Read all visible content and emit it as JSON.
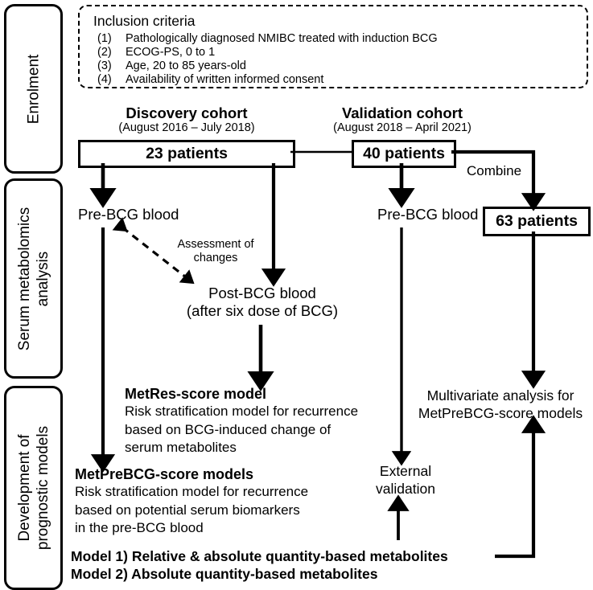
{
  "phases": [
    {
      "label": "Enrolment"
    },
    {
      "label": "Serum metabolomics\nanalysis"
    },
    {
      "label": "Development of\nprognostic models"
    }
  ],
  "criteria": {
    "title": "Inclusion criteria",
    "items": [
      {
        "num": "(1)",
        "text": "Pathologically diagnosed NMIBC treated with induction BCG"
      },
      {
        "num": "(2)",
        "text": "ECOG-PS, 0 to 1"
      },
      {
        "num": "(3)",
        "text": "Age, 20 to 85 years-old"
      },
      {
        "num": "(4)",
        "text": "Availability of written informed consent"
      }
    ]
  },
  "cohorts": {
    "discovery": {
      "title": "Discovery cohort",
      "period": "(August 2016 – July 2018)",
      "box": "23 patients"
    },
    "validation": {
      "title": "Validation cohort",
      "period": "(August 2018 – April 2021)",
      "box": "40 patients"
    },
    "combine_label": "Combine",
    "combined_box": "63 patients"
  },
  "samples": {
    "discovery_pre": "Pre-BCG blood",
    "validation_pre": "Pre-BCG blood",
    "post_line1": "Post-BCG blood",
    "post_line2": "(after six dose of BCG)",
    "assessment_line1": "Assessment of",
    "assessment_line2": "changes"
  },
  "models": {
    "metres": {
      "title": "MetRes-score model",
      "body": "Risk stratification model for recurrence\nbased on BCG-induced change of\nserum metabolites"
    },
    "metprebcg": {
      "title": "MetPreBCG-score models",
      "body": "Risk stratification model for recurrence\nbased on potential serum biomarkers\nin the pre-BCG blood"
    },
    "model_lines": [
      "Model 1) Relative & absolute quantity-based metabolites",
      "Model 2) Absolute quantity-based metabolites"
    ]
  },
  "analysis": {
    "multivariate_line1": "Multivariate analysis for",
    "multivariate_line2": "MetPreBCG-score models",
    "external_line1": "External",
    "external_line2": "validation"
  },
  "colors": {
    "ink": "#000000",
    "paper": "#ffffff"
  }
}
